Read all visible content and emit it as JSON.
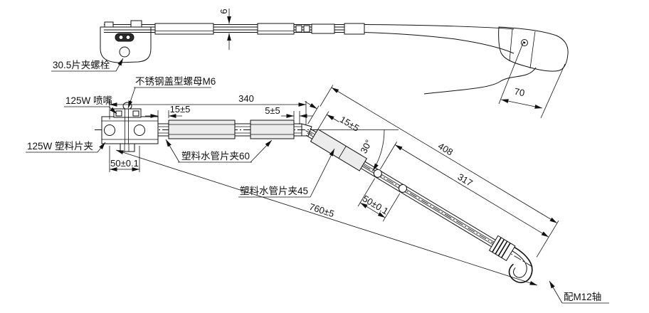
{
  "drawing": {
    "title_hint": "wiper-arm-assembly-technical-drawing",
    "colors": {
      "background": "#ffffff",
      "line": "#111111",
      "clamp_fill": "#ececec"
    },
    "labels": {
      "blade_clamp_bolt": "30.5片夹螺栓",
      "cap_nut_m6": "不锈钢盖型螺母M6",
      "nozzle_125w": "125W 喷嘴",
      "plastic_blade_clamp": "125W 塑料片夹",
      "water_tube_clamp_60": "塑料水管片夹60",
      "water_tube_clamp_45": "塑料水管片夹45",
      "shaft_fit": "配M12轴"
    },
    "dimensions": {
      "tube_thickness": "6",
      "head_width": "70",
      "straight_section": "340",
      "head_to_clamp_gap": "15±5",
      "clamp_to_bend_gap": "5±5",
      "hole_spacing_head": "50±0.1",
      "bend_to_clamp_gap": "15±5",
      "bend_angle": "30°",
      "diagonal_outer_length": "408",
      "diagonal_inner_length": "317",
      "clamp_spacing_diagonal": "50±0.1",
      "total_length": "760±5"
    }
  }
}
